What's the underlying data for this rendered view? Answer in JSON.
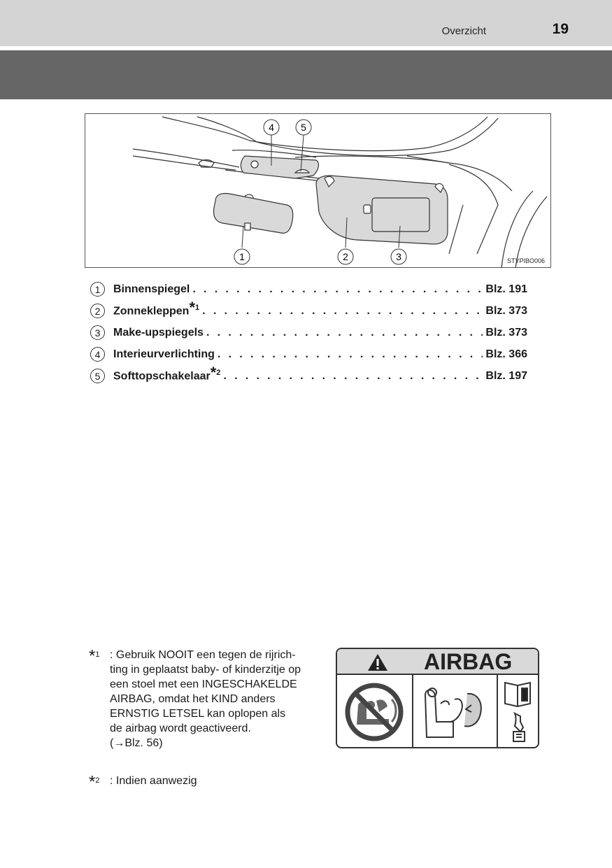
{
  "header": {
    "section": "Overzicht",
    "page_number": "19"
  },
  "figure": {
    "code": "STYPIBO006",
    "callouts": [
      "1",
      "2",
      "3",
      "4",
      "5"
    ]
  },
  "items": [
    {
      "num": "1",
      "label": "Binnenspiegel",
      "note": "",
      "page": "Blz. 191"
    },
    {
      "num": "2",
      "label": "Zonnekleppen",
      "note": "*1",
      "page": "Blz. 373"
    },
    {
      "num": "3",
      "label": "Make-upspiegels",
      "note": "",
      "page": "Blz. 373"
    },
    {
      "num": "4",
      "label": "Interieurverlichting",
      "note": "",
      "page": "Blz. 366"
    },
    {
      "num": "5",
      "label": "Softtopschakelaar",
      "note": "*2",
      "page": "Blz. 197"
    }
  ],
  "footnotes": {
    "note1": {
      "marker": "*",
      "number": "1",
      "lines": [
        ": Gebruik NOOIT een tegen de rijrich-",
        "ting in geplaatst baby- of kinderzitje op",
        "een stoel met een INGESCHAKELDE",
        "AIRBAG, omdat het KIND anders",
        "ERNSTIG LETSEL kan oplopen als",
        "de airbag wordt geactiveerd.",
        "(→Blz. 56)"
      ]
    },
    "note2": {
      "marker": "*",
      "number": "2",
      "text": ": Indien aanwezig"
    }
  },
  "airbag_label": {
    "title": "AIRBAG"
  },
  "colors": {
    "header_bg": "#d4d4d4",
    "band_bg": "#666666",
    "figure_fill": "#d9d9d9"
  }
}
